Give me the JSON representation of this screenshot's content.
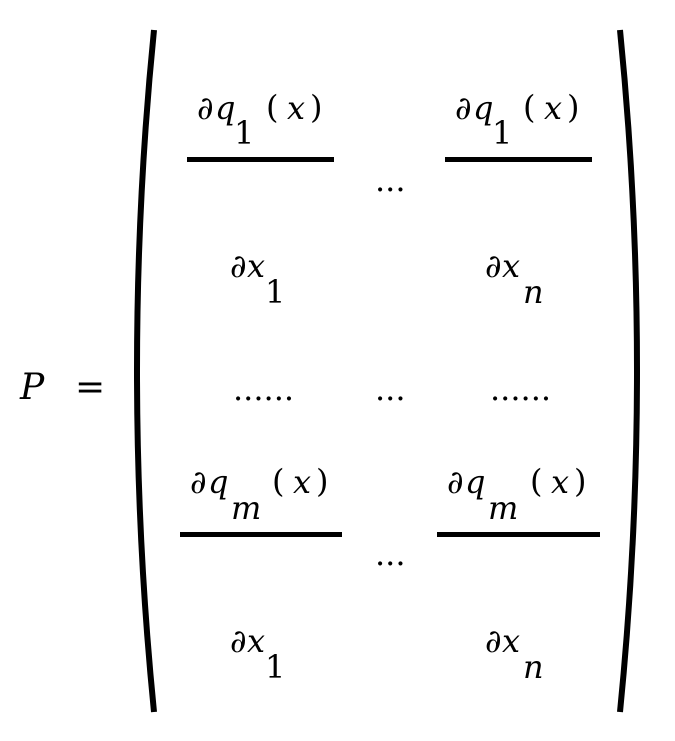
{
  "equation": {
    "lhs": "P",
    "equals": "=",
    "partial": "∂",
    "open_paren": "(",
    "close_paren": ")",
    "row1": {
      "left": {
        "num_var": "q",
        "num_sub": "1",
        "num_arg": "x",
        "den_var": "x",
        "den_sub": "1"
      },
      "mid_dots": "...",
      "right": {
        "num_var": "q",
        "num_sub": "1",
        "num_arg": "x",
        "den_var": "x",
        "den_sub": "n"
      }
    },
    "row2": {
      "left": "......",
      "mid": "...",
      "right": "......"
    },
    "row3": {
      "left": {
        "num_var": "q",
        "num_sub": "m",
        "num_arg": "x",
        "den_var": "x",
        "den_sub": "1"
      },
      "mid_dots": "...",
      "right": {
        "num_var": "q",
        "num_sub": "m",
        "num_arg": "x",
        "den_var": "x",
        "den_sub": "n"
      }
    }
  }
}
